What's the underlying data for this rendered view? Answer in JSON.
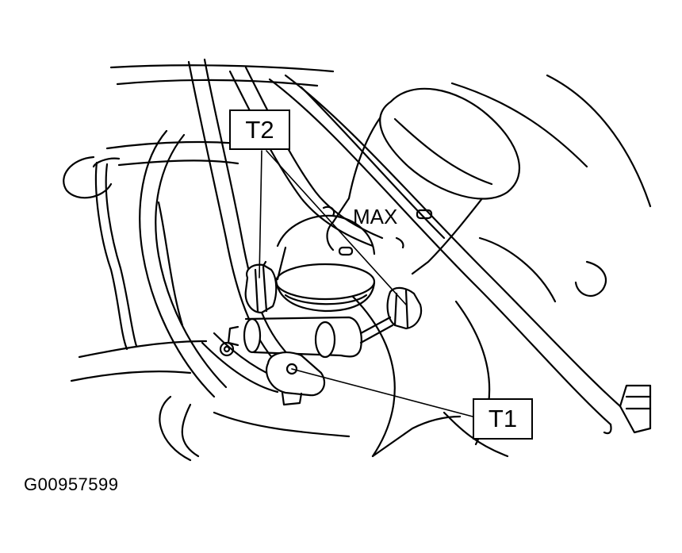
{
  "figure": {
    "id": "G00957599",
    "callouts": [
      {
        "key": "t2",
        "label": "T2"
      },
      {
        "key": "t1",
        "label": "T1"
      }
    ],
    "reservoir_mark": "MAX"
  },
  "colors": {
    "line": "#000000",
    "background": "#ffffff"
  }
}
